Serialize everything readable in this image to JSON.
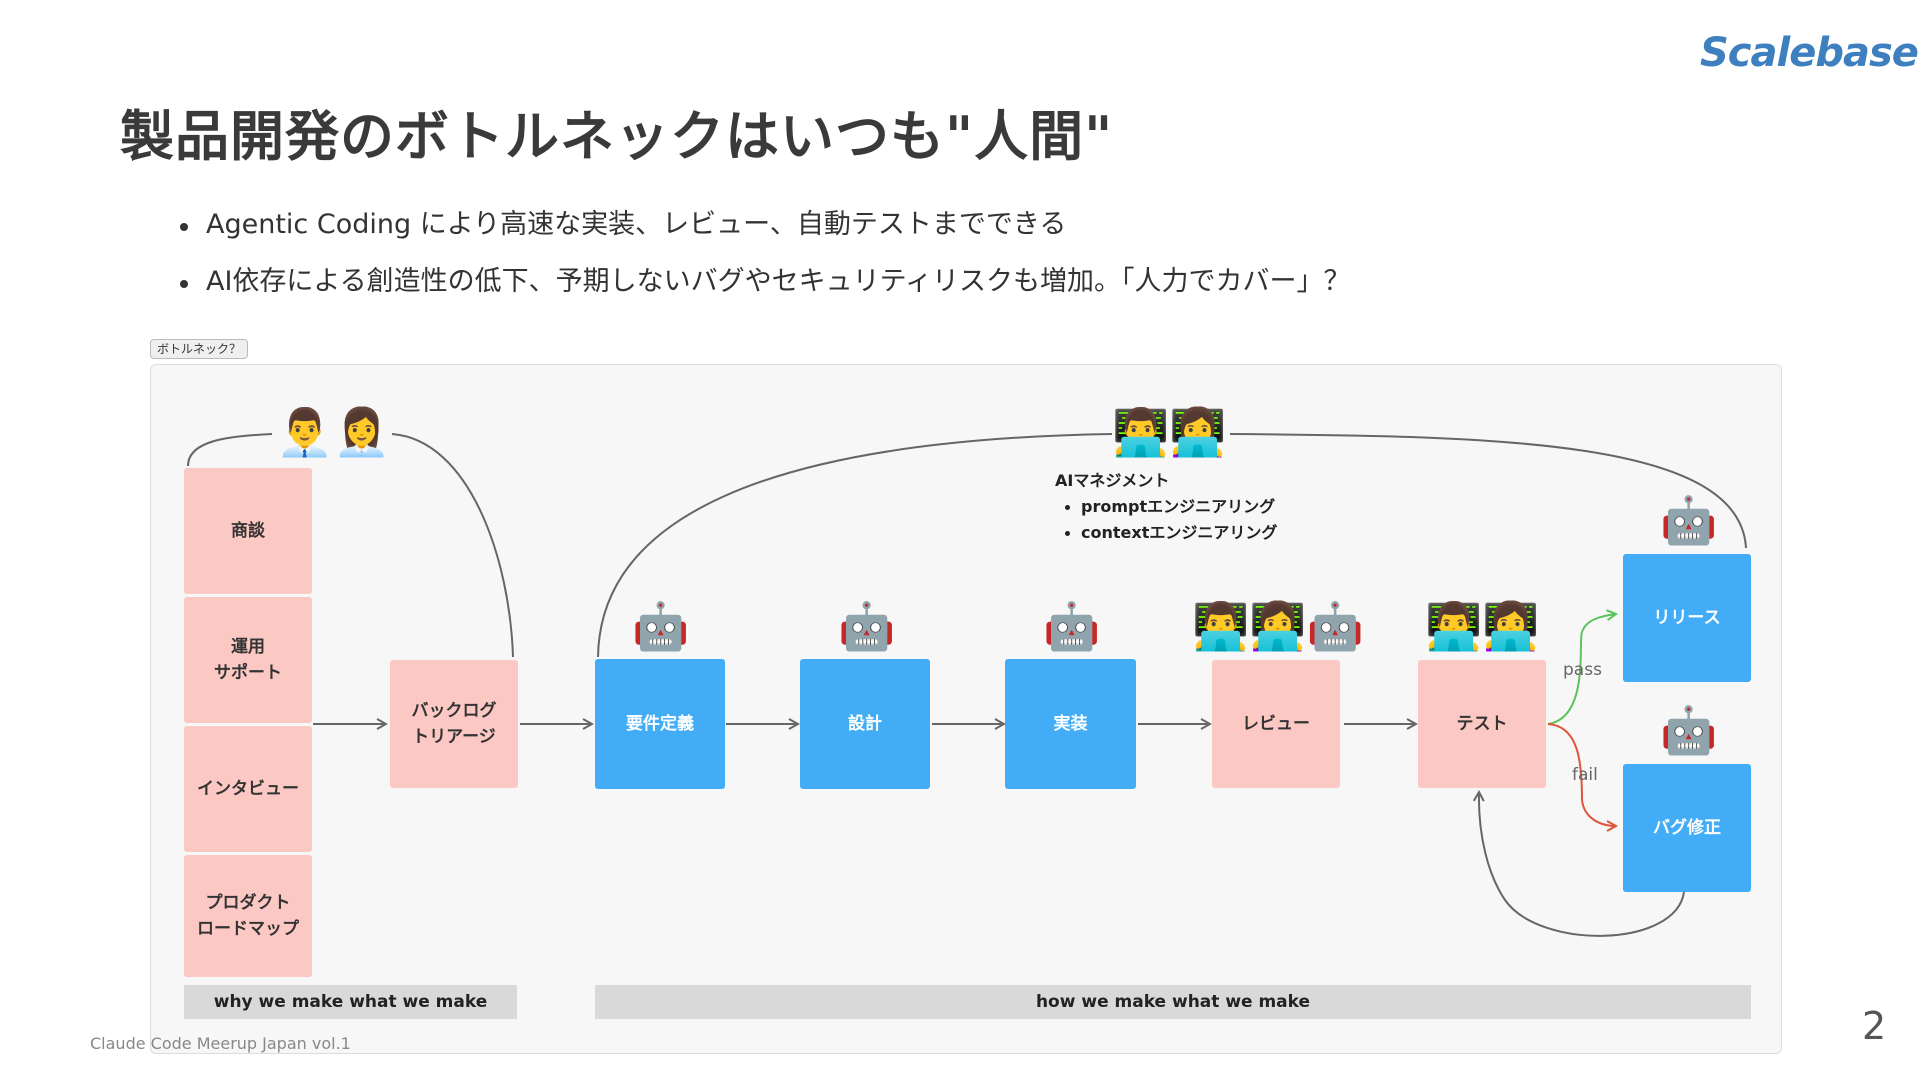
{
  "logo": "Scalebase»",
  "title": "製品開発のボトルネックはいつも\"人間\"",
  "bullets": [
    "Agentic Coding により高速な実装、レビュー、自動テストまでできる",
    "AI依存による創造性の低下、予期しないバグやセキュリティリスクも増加。「人力でカバー」？"
  ],
  "diagram": {
    "tag": "ボトルネック？",
    "left_stack": [
      "商談",
      "運用\nサポート",
      "インタビュー",
      "プロダクト\nロードマップ"
    ],
    "nodes": {
      "backlog": "バックログ\nトリアージ",
      "requirements": "要件定義",
      "design": "設計",
      "implementation": "実装",
      "review": "レビュー",
      "test": "テスト",
      "release": "リリース",
      "bugfix": "バグ修正"
    },
    "colors": {
      "pink": "#fcc8c4",
      "blue": "#42adf6",
      "band": "#d9d9d9",
      "pass_arrow": "#5cc35c",
      "fail_arrow": "#e0553a"
    },
    "emojis": {
      "business": "👨‍💼👩‍💼",
      "top_devs": "👨‍💻👩‍💻",
      "requirements": "🤖",
      "design": "🤖",
      "implementation": "🤖",
      "review": "👨‍💻👩‍💻🤖",
      "test": "👨‍💻👩‍💻",
      "release": "🤖",
      "bugfix": "🤖"
    },
    "ai_management": {
      "title": "AIマネジメント",
      "items": [
        "promptエンジニアリング",
        "contextエンジニアリング"
      ]
    },
    "edge_labels": {
      "pass": "pass",
      "fail": "fail"
    },
    "bands": {
      "why": "why we make what we make",
      "how": "how we make what we make"
    }
  },
  "footer": "Claude Code Meerup Japan vol.1",
  "page_number": "2"
}
